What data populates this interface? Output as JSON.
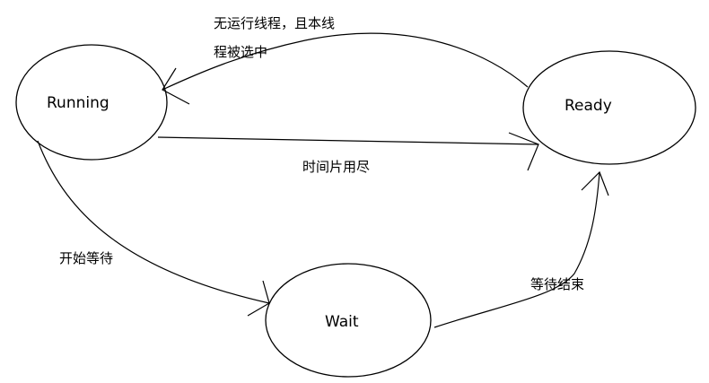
{
  "nodes": {
    "running": {
      "label": "Running"
    },
    "ready": {
      "label": "Ready"
    },
    "wait": {
      "label": "Wait"
    }
  },
  "edges": {
    "ready_to_running": {
      "label_line1": "无运行线程，且本线",
      "label_line2": "程被选中"
    },
    "running_to_ready": {
      "label": "时间片用尽"
    },
    "running_to_wait": {
      "label": "开始等待"
    },
    "wait_to_ready": {
      "label": "等待结束"
    }
  }
}
